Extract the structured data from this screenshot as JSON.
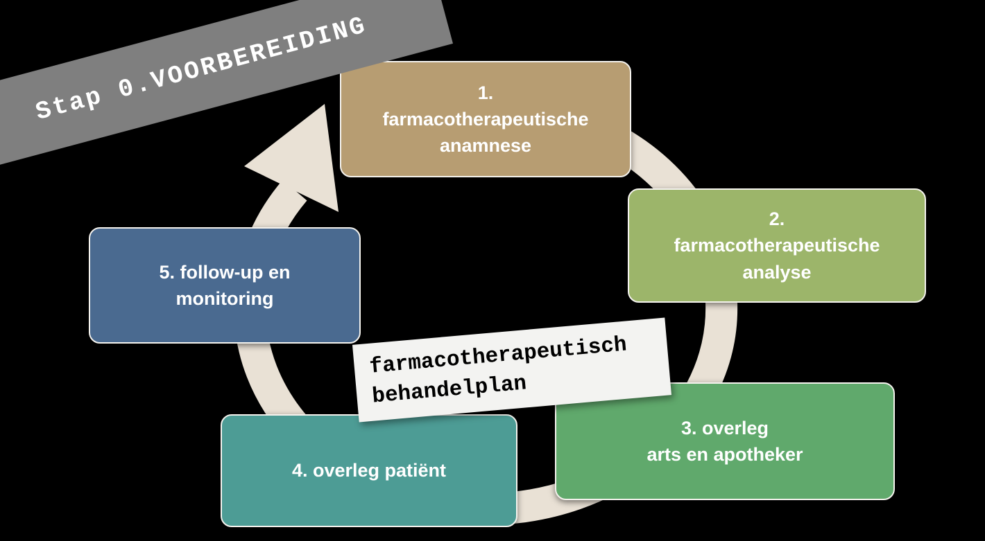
{
  "canvas": {
    "bg": "#000000"
  },
  "banner": {
    "label": "Stap 0.VOORBEREIDING",
    "bg": "#7f7f7f",
    "text_color": "#ffffff"
  },
  "cycle": {
    "ring_color": "#e9e1d5",
    "steps": [
      {
        "id": "1",
        "lines": [
          "1.",
          "farmacotherapeutische",
          "anamnese"
        ],
        "color": "#b79d72"
      },
      {
        "id": "2",
        "lines": [
          "2.",
          "farmacotherapeutische",
          "analyse"
        ],
        "color": "#9cb56a"
      },
      {
        "id": "3",
        "lines": [
          "3. overleg",
          "arts en apotheker"
        ],
        "color": "#60a96c"
      },
      {
        "id": "4",
        "lines": [
          "4. overleg patiënt"
        ],
        "color": "#4d9c95"
      },
      {
        "id": "5",
        "lines": [
          "5. follow-up en",
          "monitoring"
        ],
        "color": "#4a6a90"
      }
    ]
  },
  "center_label": {
    "lines": [
      "farmacotherapeutisch",
      "behandelplan"
    ],
    "bg": "#f3f3f1",
    "text_color": "#000000"
  }
}
